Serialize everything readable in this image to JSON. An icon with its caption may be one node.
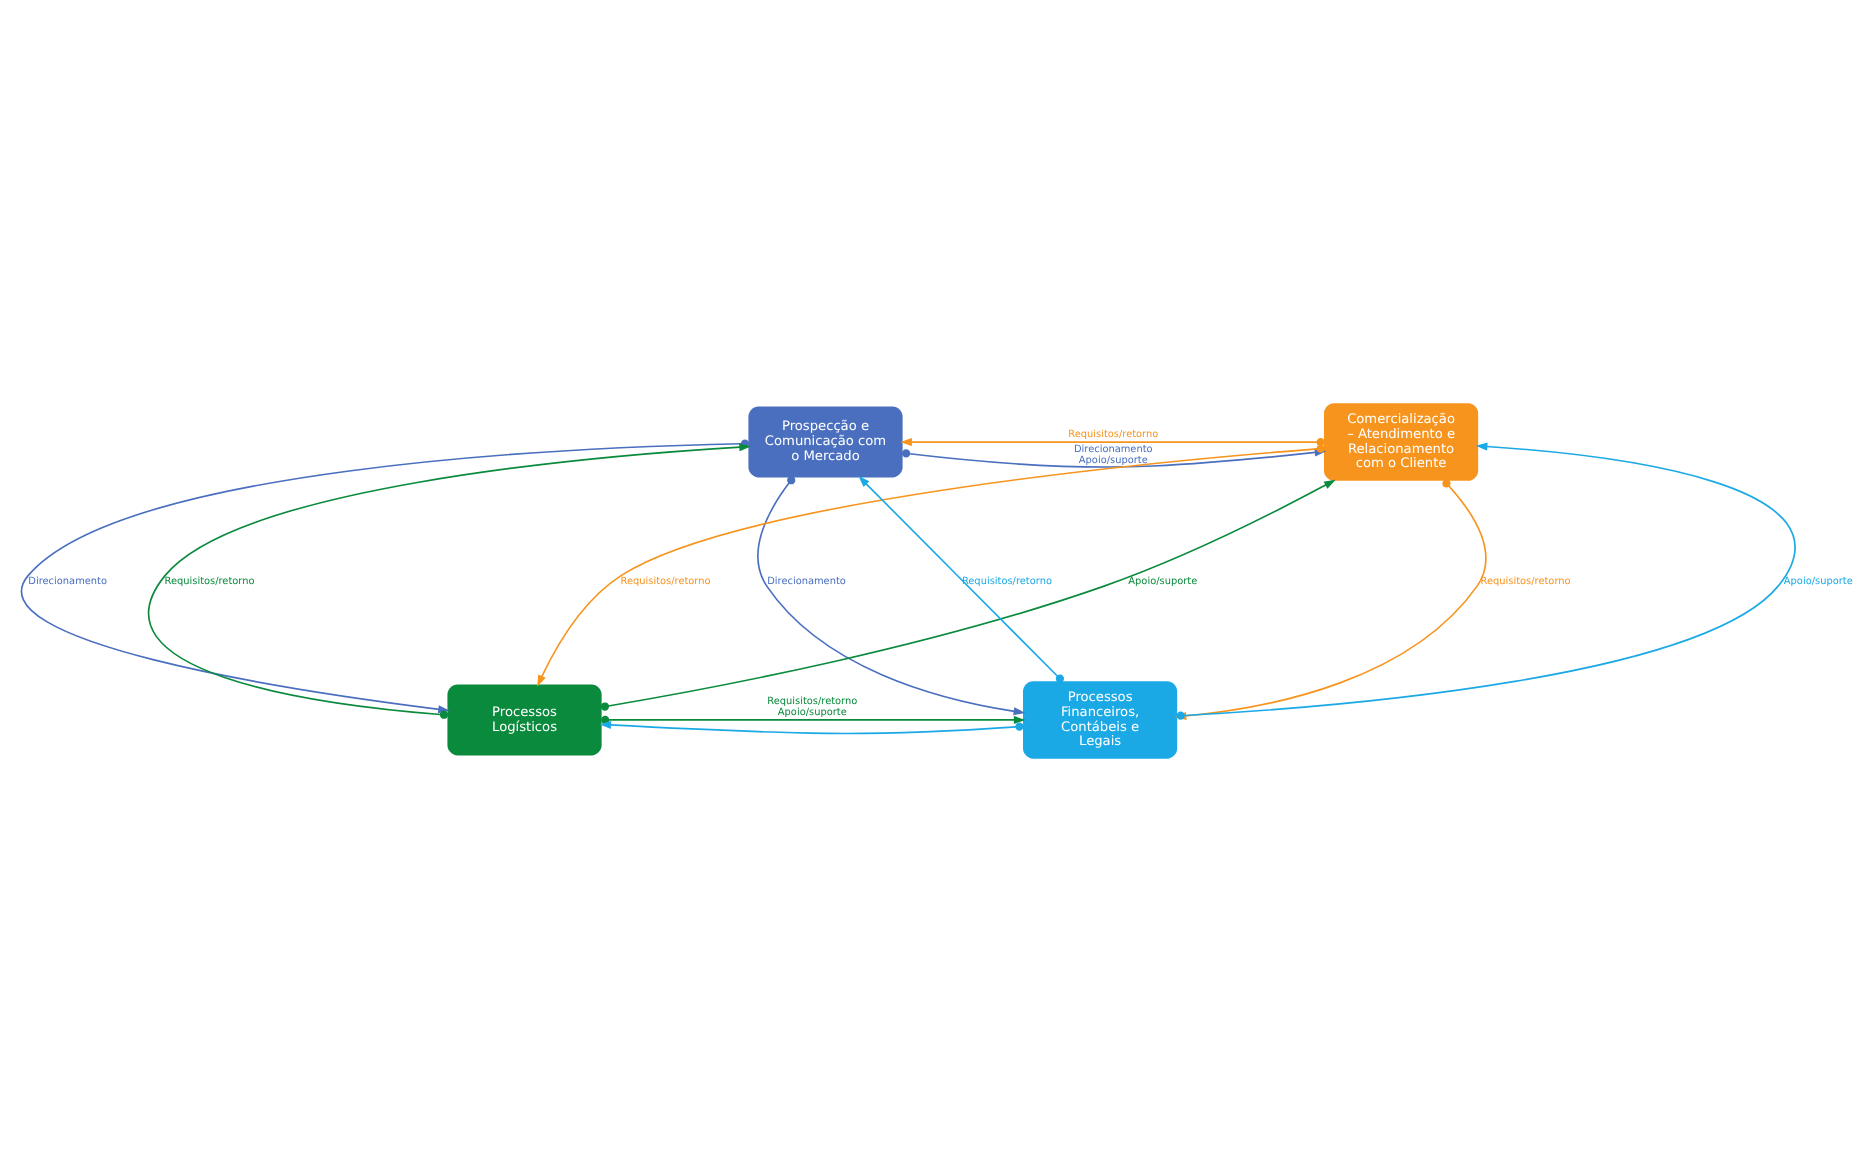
{
  "diagram": {
    "nodes": [
      {
        "text": [
          "Prospecção e Comunicação com o Mercado"
        ]
      },
      {
        "text": [
          "Comercialização – Atendimento e Relacionamento com o Cliente"
        ]
      },
      {
        "text": [
          "Processos Logísticos"
        ]
      },
      {
        "text": [
          "Processos Financeiros, Contábeis e Legais"
        ]
      }
    ],
    "edges": [
      {
        "from": 0,
        "to": 1,
        "arrow": "to",
        "label": "Direcionamento Apoio/suporte",
        "color": "#4a6fbf"
      },
      {
        "from": 1,
        "to": 0,
        "arrow": "to",
        "label": "Requisitos/retorno",
        "color": "#f7941d"
      },
      {
        "from": 0,
        "to": 3,
        "arrow": "to",
        "label": "Direcionamento",
        "color": "#4a6fbf"
      },
      {
        "from": 3,
        "to": 0,
        "arrow": "to",
        "label": "Requisitos/retorno",
        "color": "#1ba9e6"
      },
      {
        "from": 2,
        "to": 1,
        "arrow": "to",
        "label": "Apoio/suporte",
        "color": "#0a8a3c"
      },
      {
        "from": 1,
        "to": 2,
        "arrow": "to",
        "label": "Requisitos/retorno",
        "color": "#f7941d"
      },
      {
        "from": 2,
        "to": 0,
        "arrow": "to",
        "label": "Requisitos/retorno",
        "color": "#0a8a3c"
      },
      {
        "from": 0,
        "to": 2,
        "arrow": "to",
        "label": "Direcionamento",
        "color": "#4a6fbf"
      },
      {
        "from": 3,
        "to": 1,
        "arrow": "to",
        "label": "Apoio/suporte",
        "color": "#1ba9e6"
      },
      {
        "from": 1,
        "to": 3,
        "arrow": "to",
        "label": "Requisitos/retorno",
        "color": "#f7941d"
      },
      {
        "from": 2,
        "to": 3,
        "arrow": "to",
        "label": "Requisitos/retorno Apoio/suporte",
        "color": "#0a8a3c"
      },
      {
        "from": 3,
        "to": 2,
        "arrow": "to",
        "color": "#1ba9e6"
      }
    ]
  }
}
